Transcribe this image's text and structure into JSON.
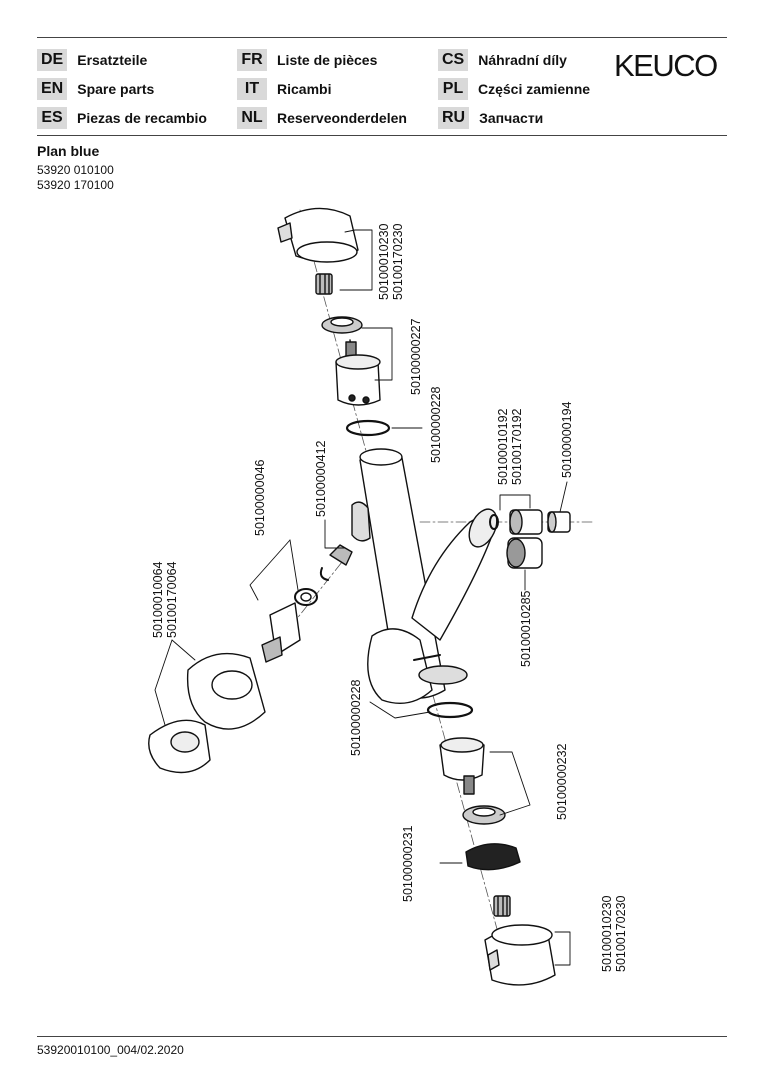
{
  "languages": [
    {
      "code": "DE",
      "name": "Ersatzteile"
    },
    {
      "code": "FR",
      "name": "Liste de pièces"
    },
    {
      "code": "CS",
      "name": "Náhradní díly"
    },
    {
      "code": "EN",
      "name": "Spare parts"
    },
    {
      "code": "IT",
      "name": "Ricambi"
    },
    {
      "code": "PL",
      "name": "Części zamienne"
    },
    {
      "code": "ES",
      "name": "Piezas de recambio"
    },
    {
      "code": "NL",
      "name": "Reserveonderdelen"
    },
    {
      "code": "RU",
      "name": "Запчасти"
    }
  ],
  "brand": "KEUCO",
  "product": {
    "name": "Plan blue",
    "articles": [
      "53920 010100",
      "53920 170100"
    ]
  },
  "parts": {
    "handle_top": [
      "50100010230",
      "50100170230"
    ],
    "cartridge_top": "50100000227",
    "oring_upper": "50100000228",
    "clip": "50100000412",
    "connector": "50100000046",
    "rosette": [
      "50100010064",
      "50100170064"
    ],
    "aerator": [
      "50100010192",
      "50100170192"
    ],
    "aerator_key": "50100000194",
    "aerator_alt": "50100010285",
    "oring_lower": "50100000228",
    "cartridge_bottom": "50100000232",
    "cap_ring": "50100000231",
    "handle_bottom": [
      "50100010230",
      "50100170230"
    ]
  },
  "footer": "53920010100_004/02.2020"
}
